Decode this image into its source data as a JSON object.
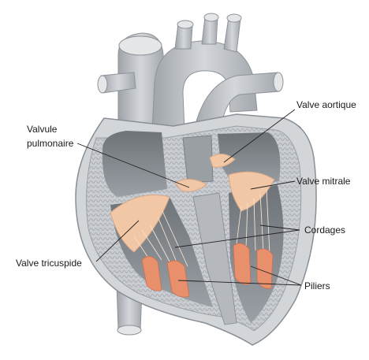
{
  "diagram": {
    "labels": {
      "valve_aortique": "Valve aortique",
      "valvule_pulmonaire_line1": "Valvule",
      "valvule_pulmonaire_line2": "pulmonaire",
      "valve_mitrale": "Valve mitrale",
      "cordages": "Cordages",
      "valve_tricuspide": "Valve tricuspide",
      "piliers": "Piliers"
    },
    "colors": {
      "vessel": "#b8bcc0",
      "wall": "#cfd2d5",
      "interior": "#7d8186",
      "valve": "#f2c7a6",
      "pillar": "#e8906c",
      "leader": "#222222"
    }
  }
}
